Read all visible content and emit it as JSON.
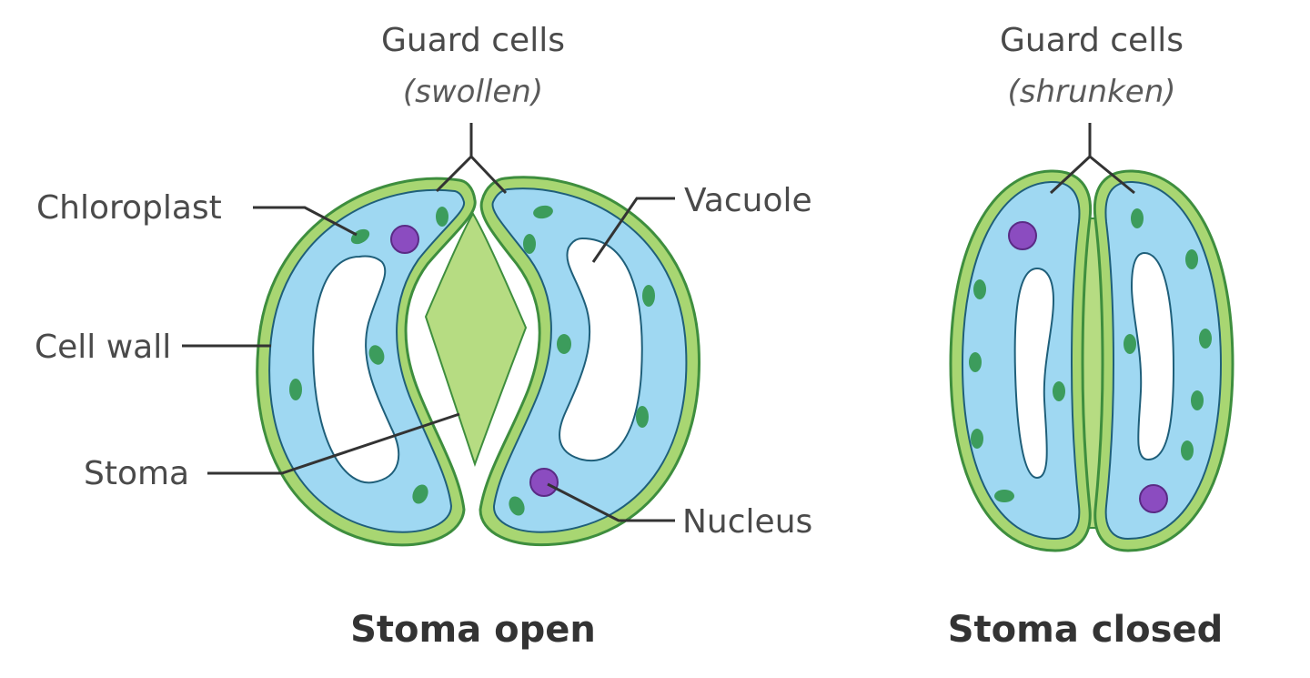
{
  "labels": {
    "guard_cells": "Guard cells",
    "swollen": "(swollen)",
    "shrunken": "(shrunken)",
    "chloroplast": "Chloroplast",
    "cell_wall": "Cell wall",
    "stoma": "Stoma",
    "vacuole": "Vacuole",
    "nucleus": "Nucleus"
  },
  "captions": {
    "open": "Stoma open",
    "closed": "Stoma closed"
  },
  "colors": {
    "cell_wall": "#a8d672",
    "wall_outline": "#3e8e3e",
    "cytoplasm": "#9fd8f2",
    "membrane": "#1f5f7a",
    "vacuole": "#ffffff",
    "chloroplast": "#3c9c5c",
    "nucleus": "#8b4cc0",
    "pore": "#b6dc82"
  }
}
